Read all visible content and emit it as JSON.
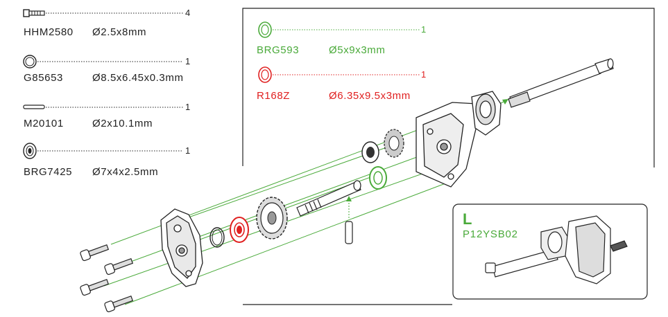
{
  "parts_left": [
    {
      "code": "HHM2580",
      "dim": "Ø2.5x8mm",
      "qty": "4",
      "icon": "screw-icon"
    },
    {
      "code": "G85653",
      "dim": "Ø8.5x6.45x0.3mm",
      "qty": "1",
      "icon": "shim-ring-icon"
    },
    {
      "code": "M20101",
      "dim": "Ø2x10.1mm",
      "qty": "1",
      "icon": "pin-icon"
    },
    {
      "code": "BRG7425",
      "dim": "Ø7x4x2.5mm",
      "qty": "1",
      "icon": "bearing-icon"
    }
  ],
  "parts_right": [
    {
      "code": "BRG593",
      "dim": "Ø5x9x3mm",
      "qty": "1",
      "icon": "bearing-icon",
      "color": "#4aaa3a"
    },
    {
      "code": "R168Z",
      "dim": "Ø6.35x9.5x3mm",
      "qty": "1",
      "icon": "bearing-icon",
      "color": "#e02020"
    }
  ],
  "inset": {
    "letter": "L",
    "code": "P12YSB02"
  },
  "colors": {
    "green": "#4aaa3a",
    "red": "#e02020",
    "line": "#222222"
  }
}
